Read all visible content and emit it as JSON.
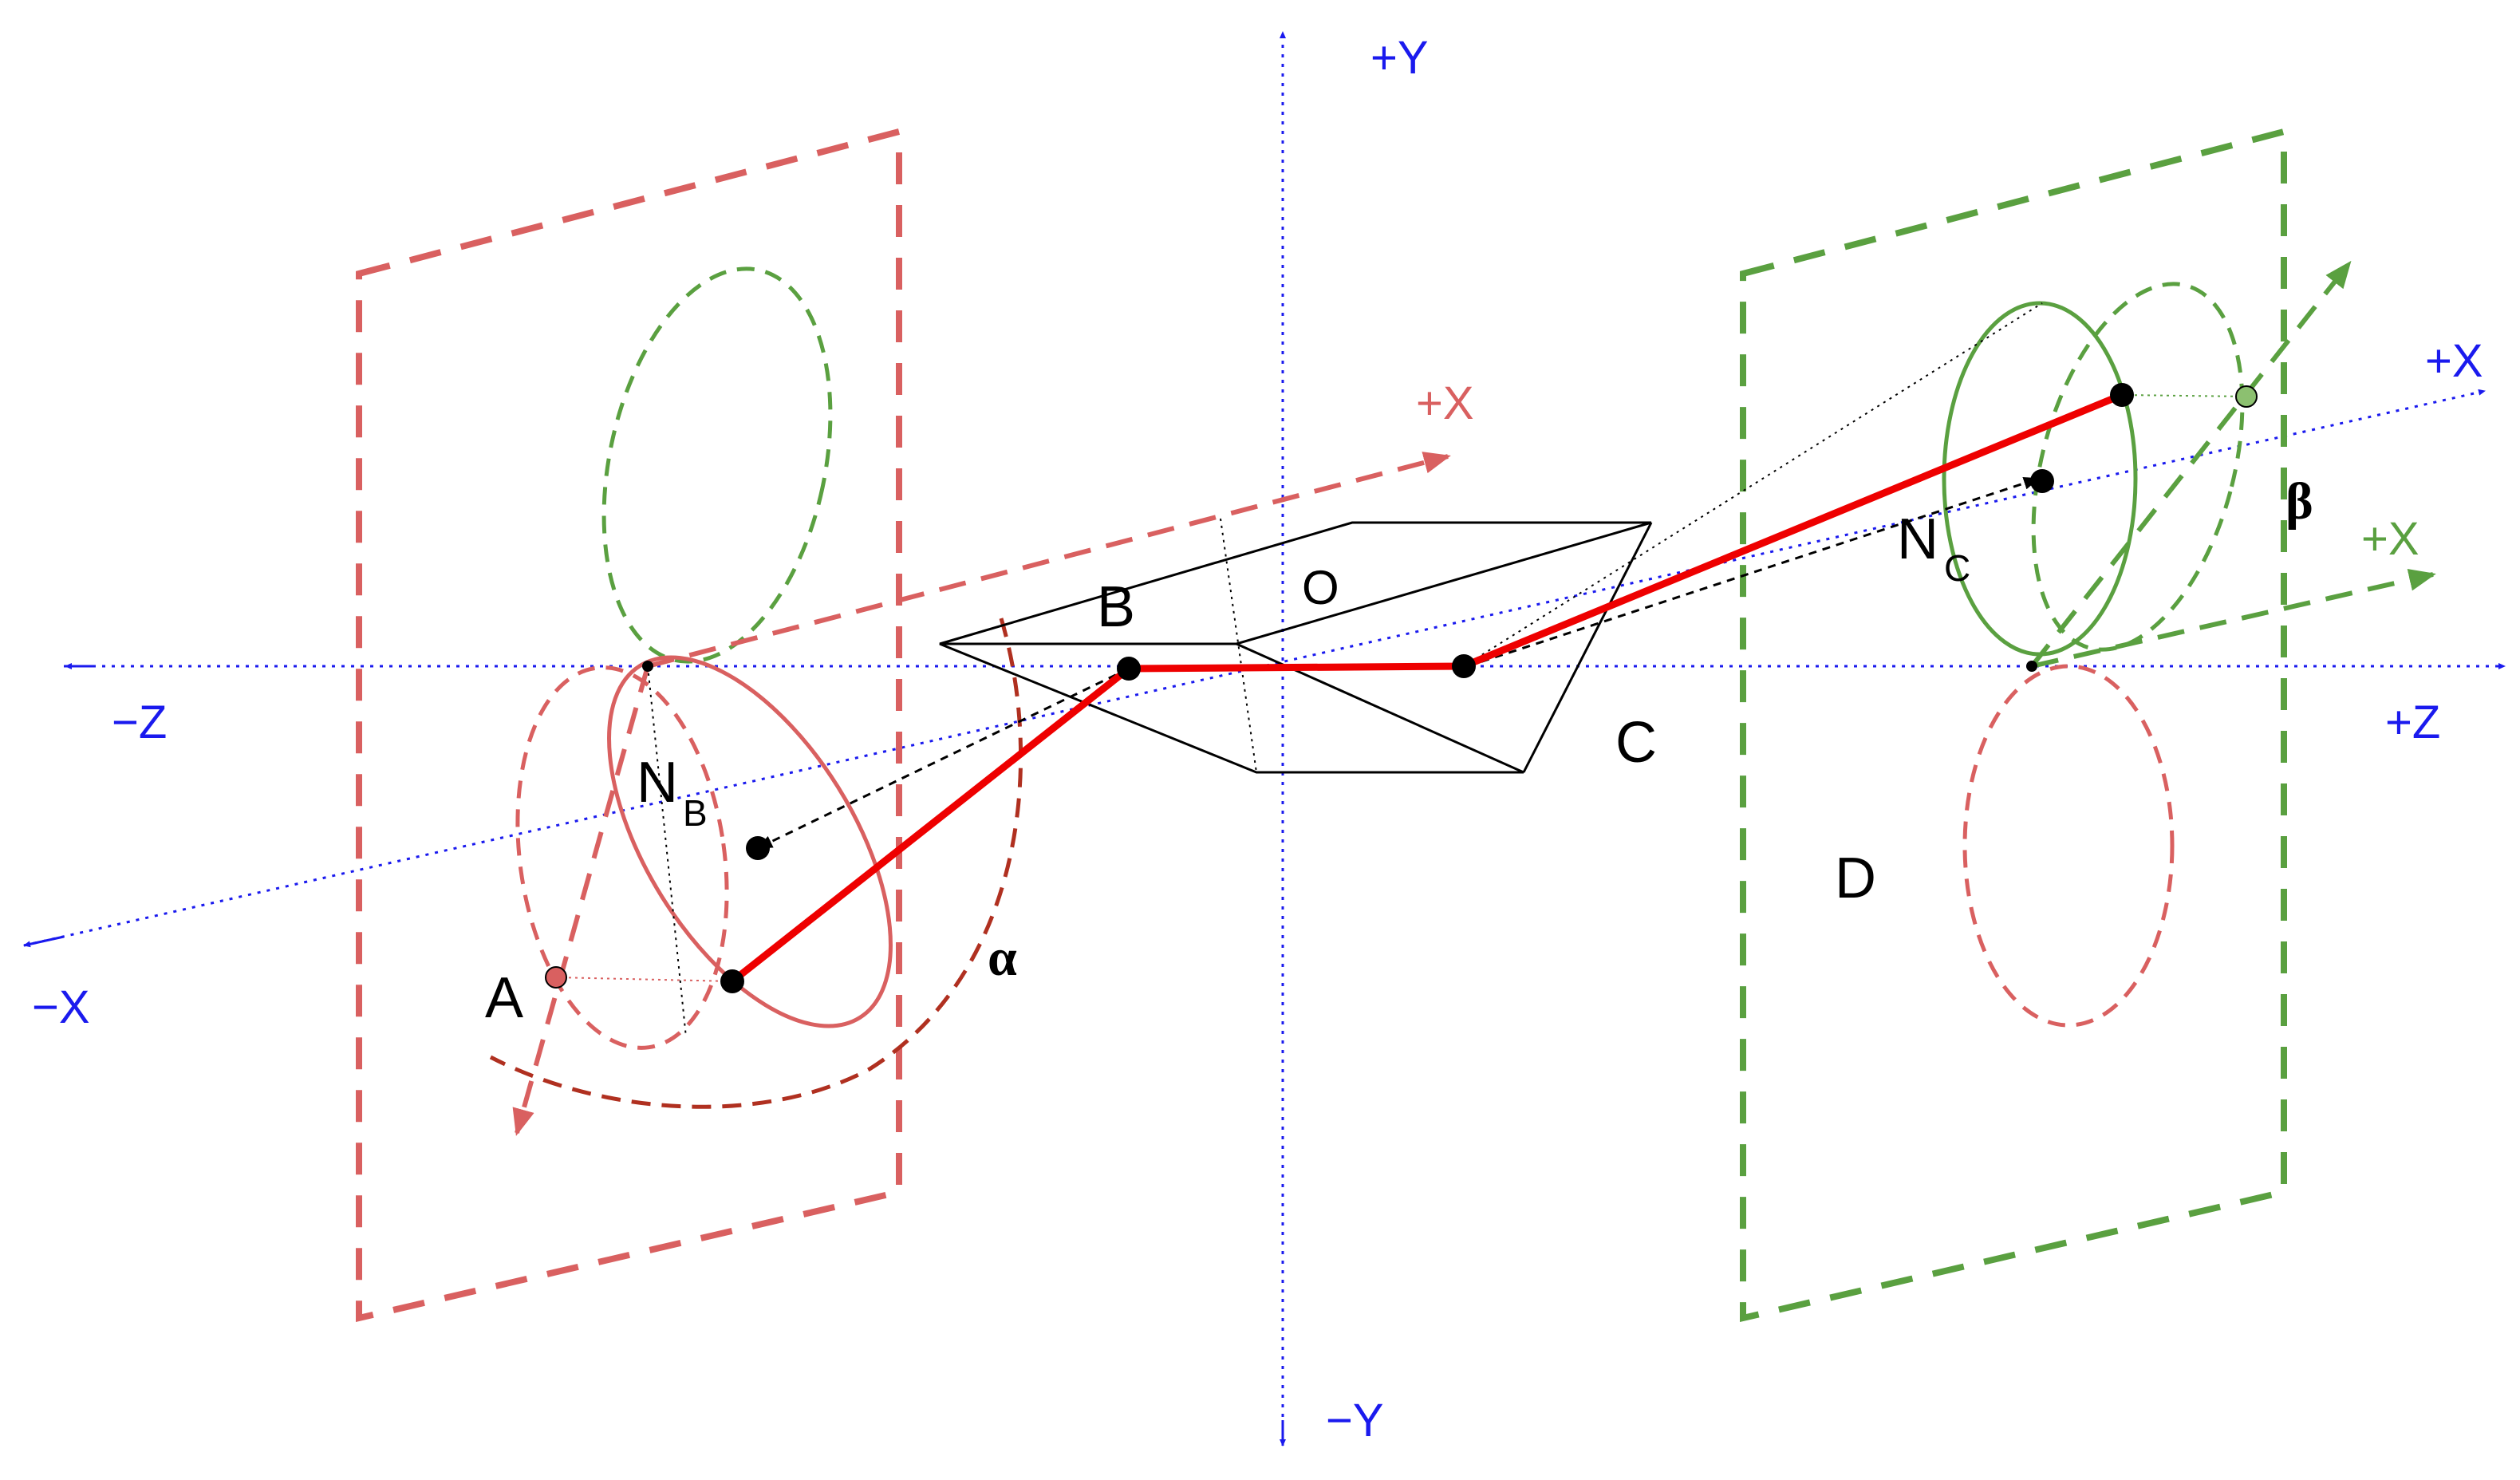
{
  "axes": {
    "plus_y": "+Y",
    "minus_y": "−Y",
    "minus_z": "−Z",
    "plus_z": "+Z",
    "minus_x": "−X",
    "plus_x": "+X"
  },
  "local_axes": {
    "red_plus_x": "+X",
    "green_plus_x": "+X"
  },
  "points": {
    "a": "A",
    "b": "B",
    "c": "C",
    "d": "D",
    "o": "O",
    "nb_main": "N",
    "nb_sub": "B",
    "nc_main": "N",
    "nc_sub": "C"
  },
  "angles": {
    "alpha": "α",
    "beta": "β"
  },
  "colors": {
    "blue": "#1a1aee",
    "red_dashed": "#d96060",
    "dark_red": "#b03020",
    "green": "#5aa040",
    "link_red": "#ee0000",
    "black": "#000000"
  }
}
